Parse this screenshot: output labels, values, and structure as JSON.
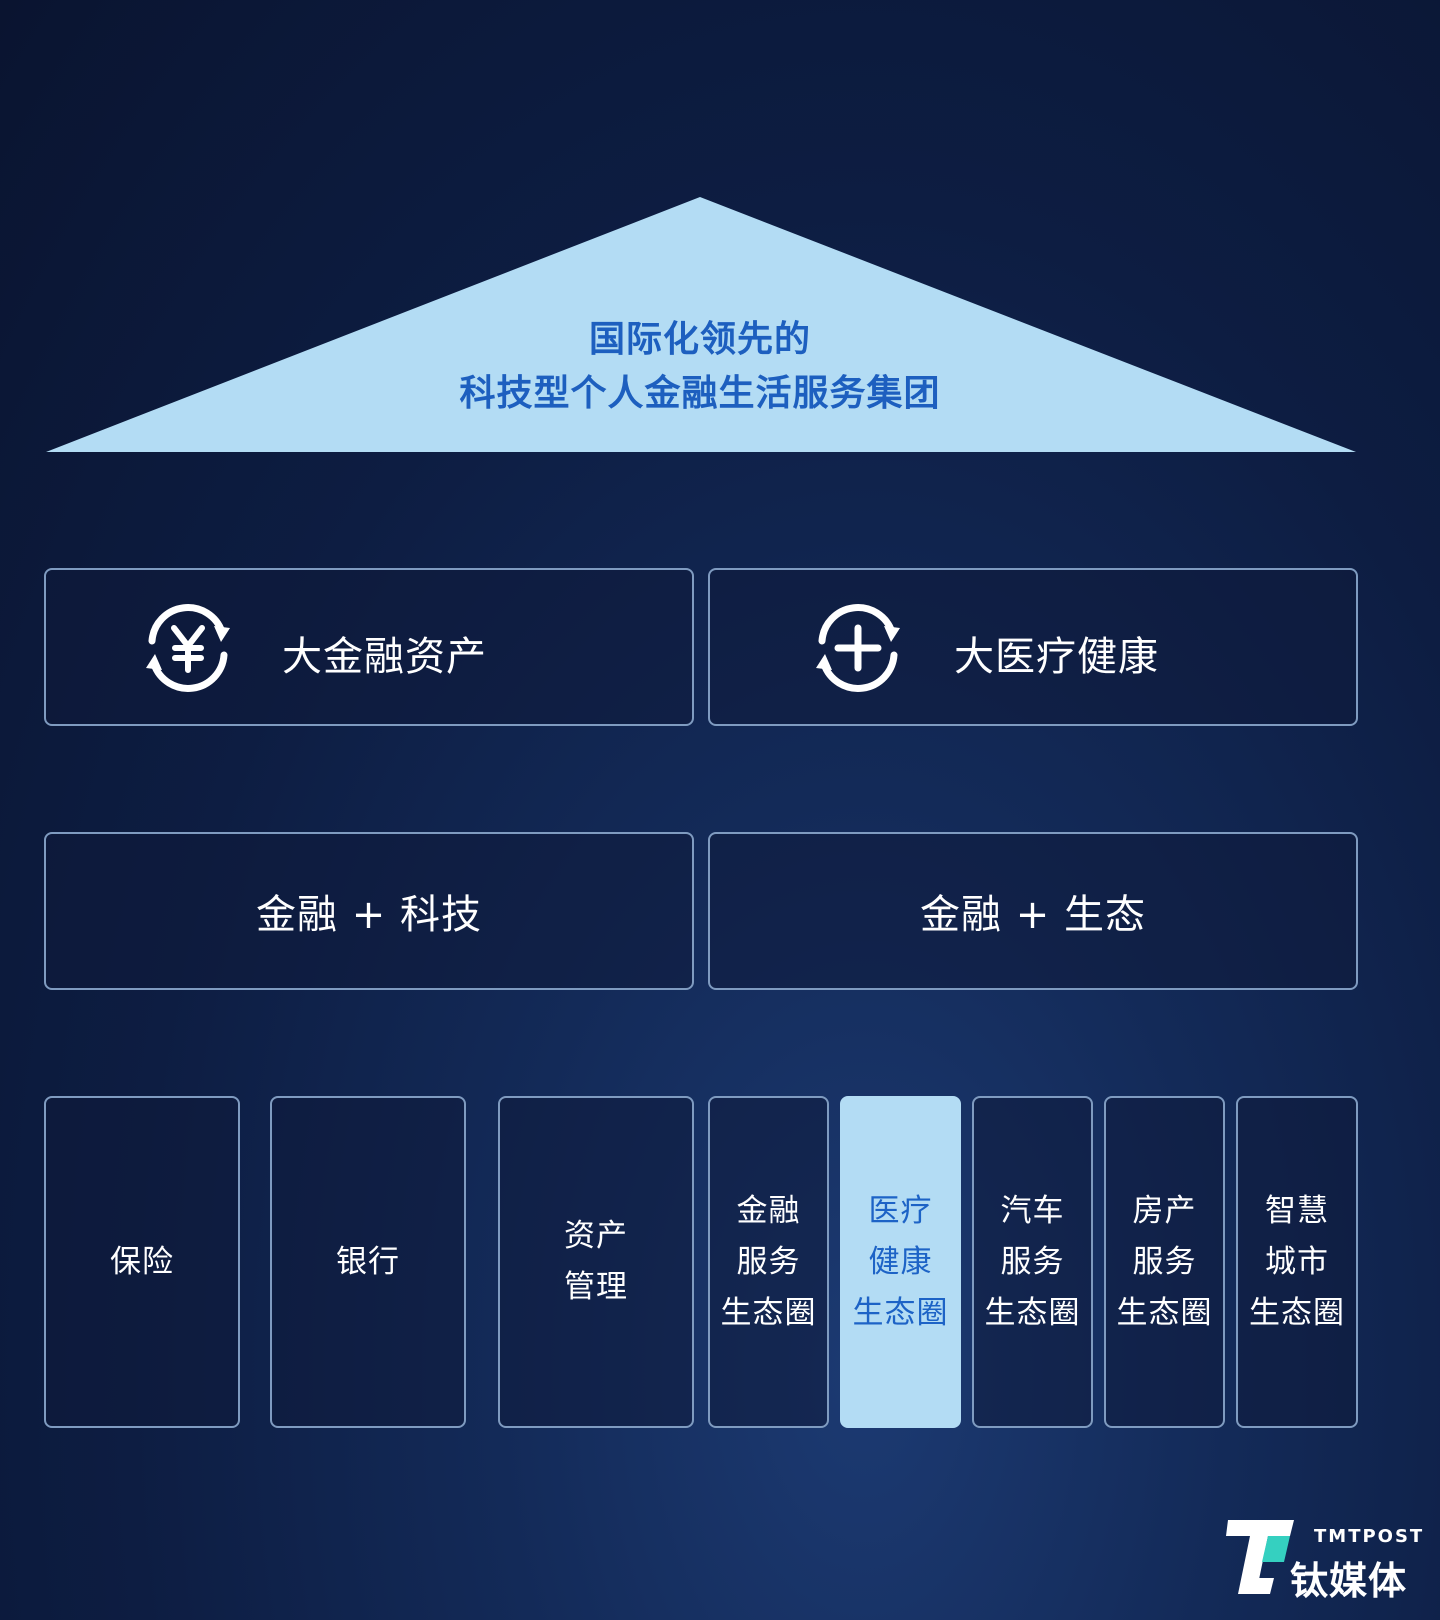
{
  "roof": {
    "line1": "国际化领先的",
    "line2": "科技型个人金融生活服务集团",
    "fill_color": "#b3dcf4",
    "text_color": "#1d5fbf"
  },
  "pillars": [
    {
      "label": "大金融资产",
      "icon": "yen-exchange-icon"
    },
    {
      "label": "大医疗健康",
      "icon": "plus-exchange-icon"
    }
  ],
  "strategies": [
    {
      "label": "金融 + 科技"
    },
    {
      "label": "金融 + 生态"
    }
  ],
  "columns": [
    {
      "lines": [
        "保险"
      ],
      "highlight": false
    },
    {
      "lines": [
        "银行"
      ],
      "highlight": false
    },
    {
      "lines": [
        "资产",
        "管理"
      ],
      "highlight": false
    },
    {
      "lines": [
        "金融",
        "服务",
        "生态圈"
      ],
      "highlight": false
    },
    {
      "lines": [
        "医疗",
        "健康",
        "生态圈"
      ],
      "highlight": true
    },
    {
      "lines": [
        "汽车",
        "服务",
        "生态圈"
      ],
      "highlight": false
    },
    {
      "lines": [
        "房产",
        "服务",
        "生态圈"
      ],
      "highlight": false
    },
    {
      "lines": [
        "智慧",
        "城市",
        "生态圈"
      ],
      "highlight": false
    }
  ],
  "logo": {
    "en": "TMTPOST",
    "cn": "钛媒体",
    "icon": "tmtpost-logo-icon",
    "accent_color": "#35d0c0"
  },
  "colors": {
    "border": "#7f9bc0",
    "highlight_bg": "#b3dcf4",
    "highlight_text": "#1d63c6"
  }
}
